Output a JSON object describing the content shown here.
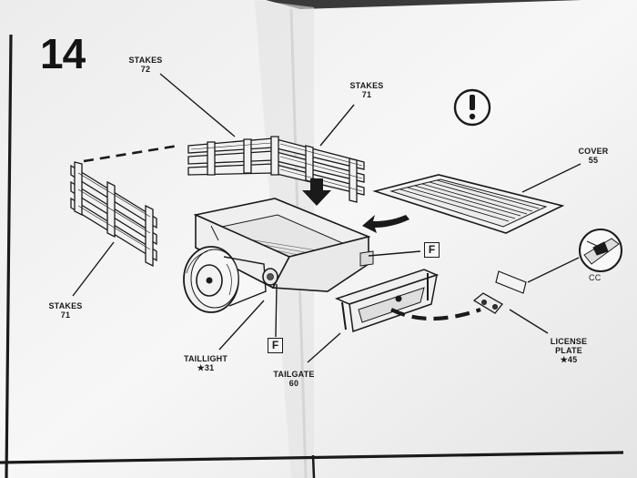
{
  "step_number": "14",
  "labels": {
    "stakes_72": {
      "name": "STAKES",
      "part": "72"
    },
    "stakes_71_top": {
      "name": "STAKES",
      "part": "71"
    },
    "stakes_71_left": {
      "name": "STAKES",
      "part": "71"
    },
    "cover": {
      "name": "COVER",
      "part": "55"
    },
    "taillight": {
      "name": "TAILLIGHT",
      "part": "★31"
    },
    "tailgate": {
      "name": "TAILGATE",
      "part": "60"
    },
    "license_plate": {
      "name": "LICENSE",
      "name2": "PLATE",
      "part": "★45"
    }
  },
  "markers": {
    "f1": "F",
    "f2": "F",
    "cc": "CC",
    "caution": "!"
  },
  "colors": {
    "paper": "#f4f4f4",
    "ink": "#1a1a1a",
    "background": "#3a3a3a"
  }
}
